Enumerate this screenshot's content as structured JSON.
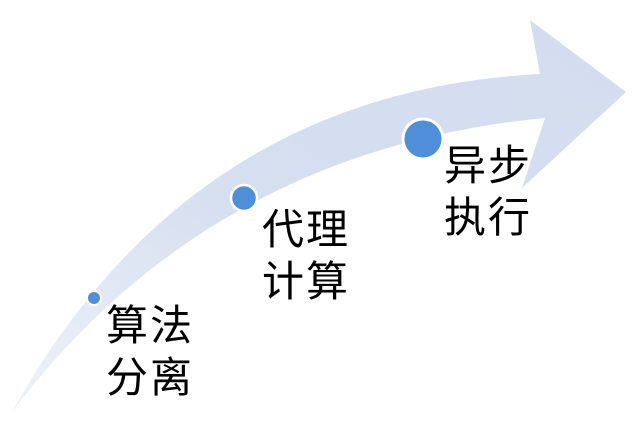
{
  "colors": {
    "arrow_fill": "#d6dff0",
    "arrow_edge": "#eef2f9",
    "dot_fill": "#4f8ed8",
    "dot_stroke": "#ffffff",
    "text": "#000000"
  },
  "steps": [
    {
      "line1": "算法",
      "line2": "分离"
    },
    {
      "line1": "代理",
      "line2": "计算"
    },
    {
      "line1": "异步",
      "line2": "执行"
    }
  ]
}
